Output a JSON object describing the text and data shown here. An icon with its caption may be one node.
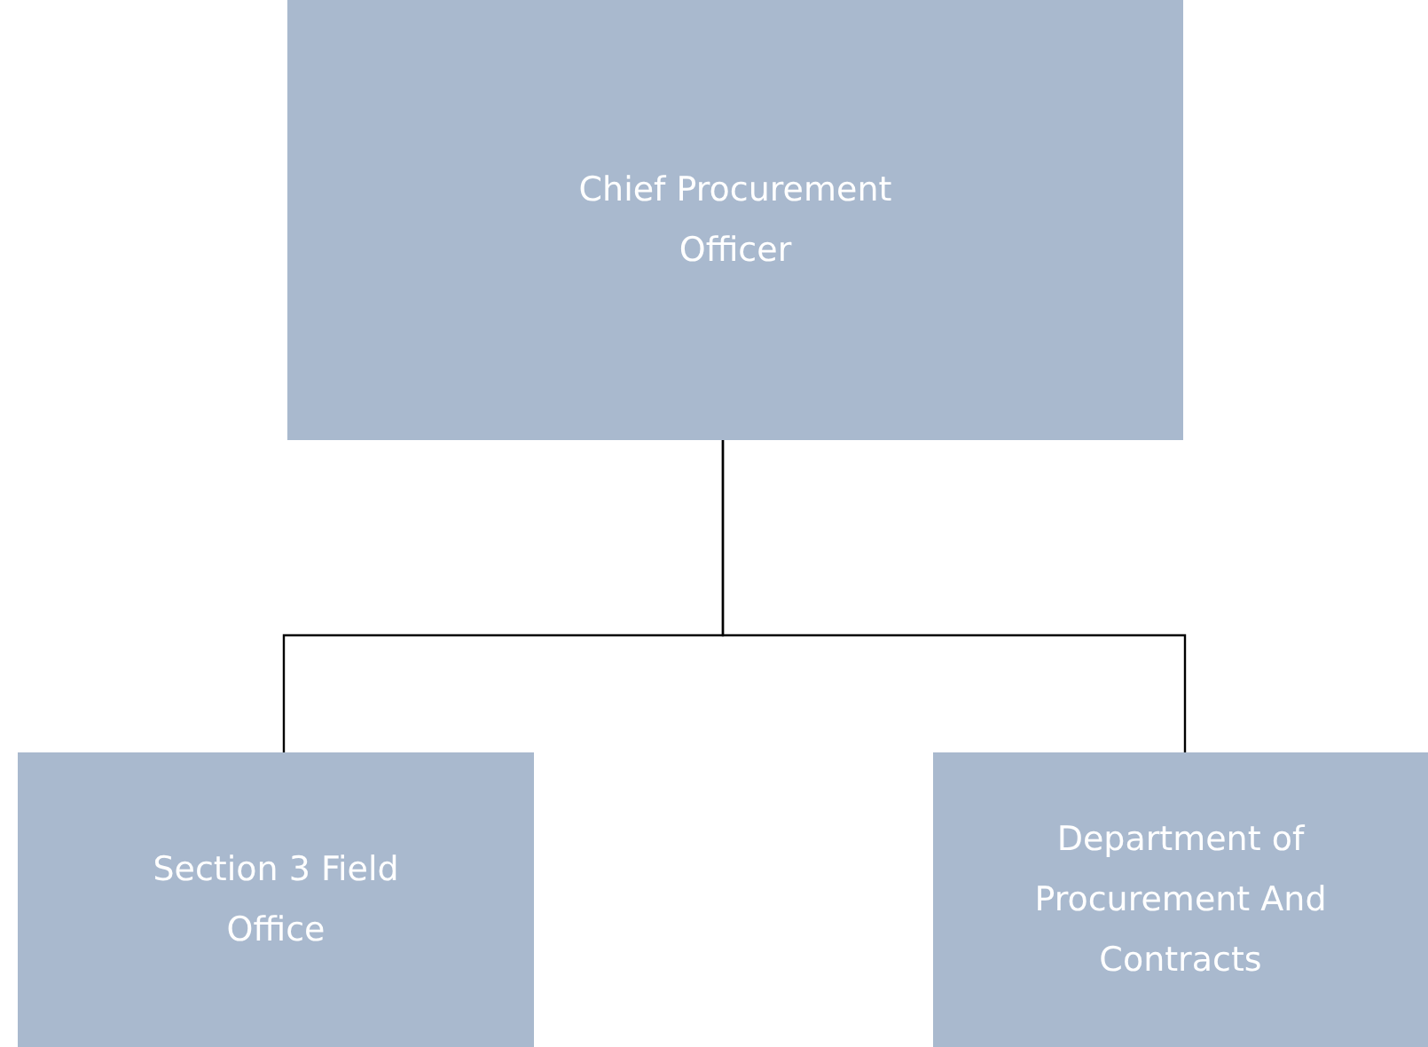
{
  "diagram": {
    "nodes": [
      {
        "text": [
          "Chief Procurement Officer"
        ]
      },
      {
        "text": [
          "Section 3 Field Office"
        ]
      },
      {
        "text": [
          "Department of Procurement And Contracts"
        ]
      }
    ],
    "edges": [
      {
        "from": 0,
        "to": 1,
        "arrow": "none"
      },
      {
        "from": 0,
        "to": 2,
        "arrow": "none"
      }
    ]
  }
}
